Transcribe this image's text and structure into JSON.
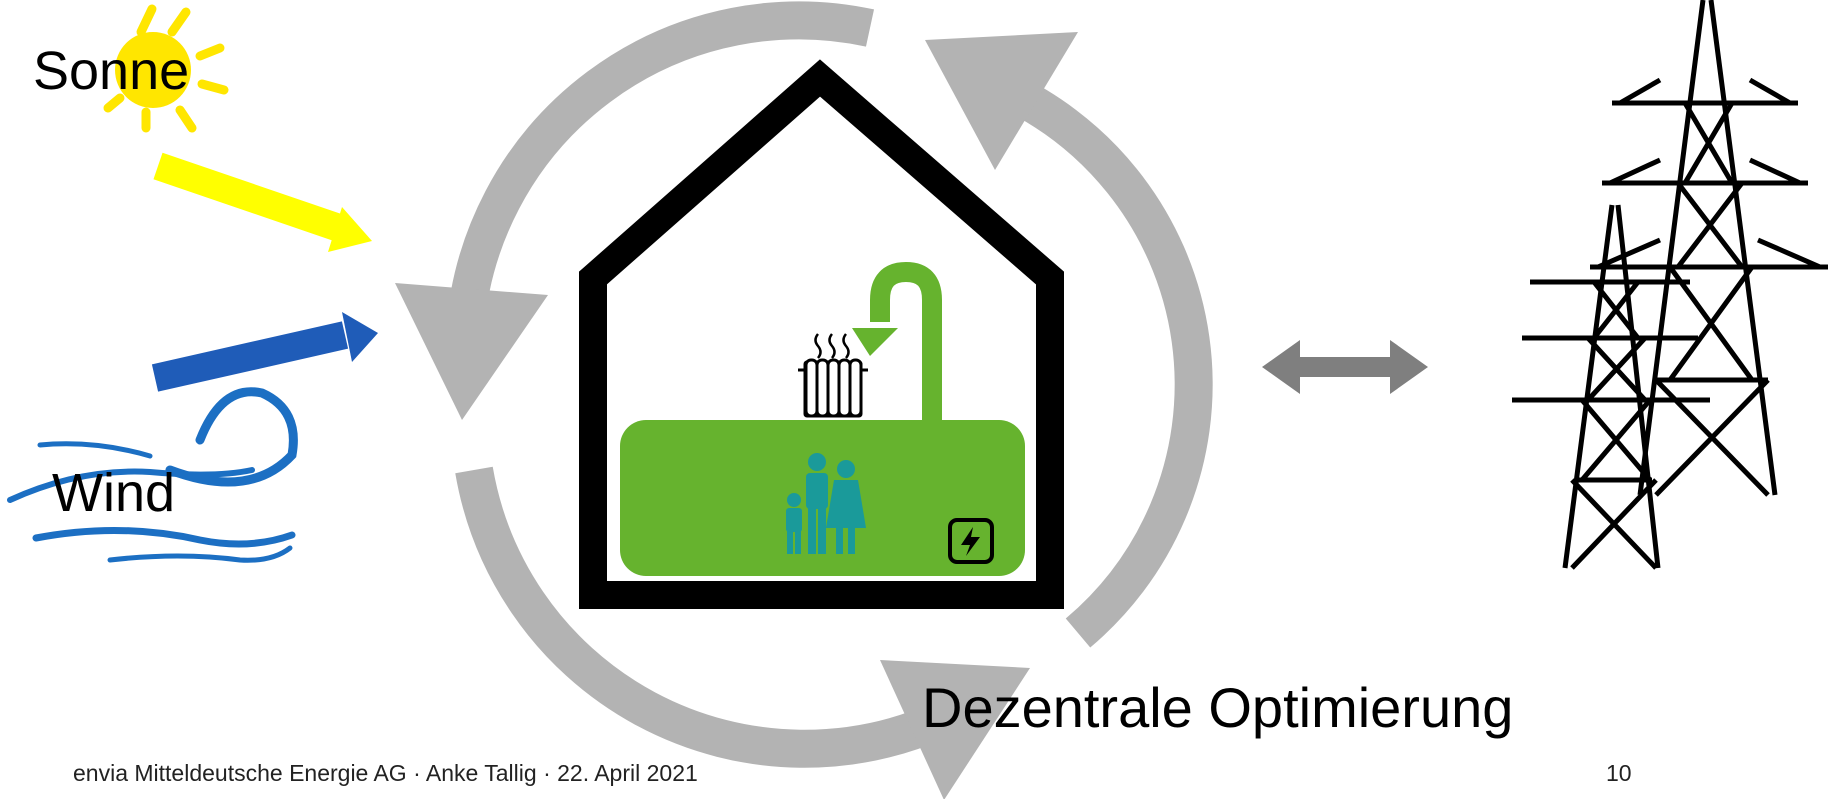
{
  "labels": {
    "sun": "Sonne",
    "wind": "Wind",
    "title": "Dezentrale Optimierung"
  },
  "footer": {
    "text": "envia Mitteldeutsche Energie AG · Anke Tallig · 22. April 2021",
    "page_number": "10"
  },
  "icons": [
    "sun-icon",
    "wind-icon",
    "house-icon",
    "radiator-icon",
    "family-icon",
    "battery-icon",
    "power-pylon-icon",
    "cycle-arrows-icon",
    "bidirectional-arrow-icon"
  ],
  "colors": {
    "sun": "#ffe600",
    "sun_arrow": "#ffff00",
    "wind": "#1c6fc3",
    "wind_arrow": "#1f5cb8",
    "cycle": "#b3b3b3",
    "exchange_arrow": "#7f7f7f",
    "storage": "#66b32e",
    "family": "#1a9a9a",
    "house_outline": "#000000"
  }
}
